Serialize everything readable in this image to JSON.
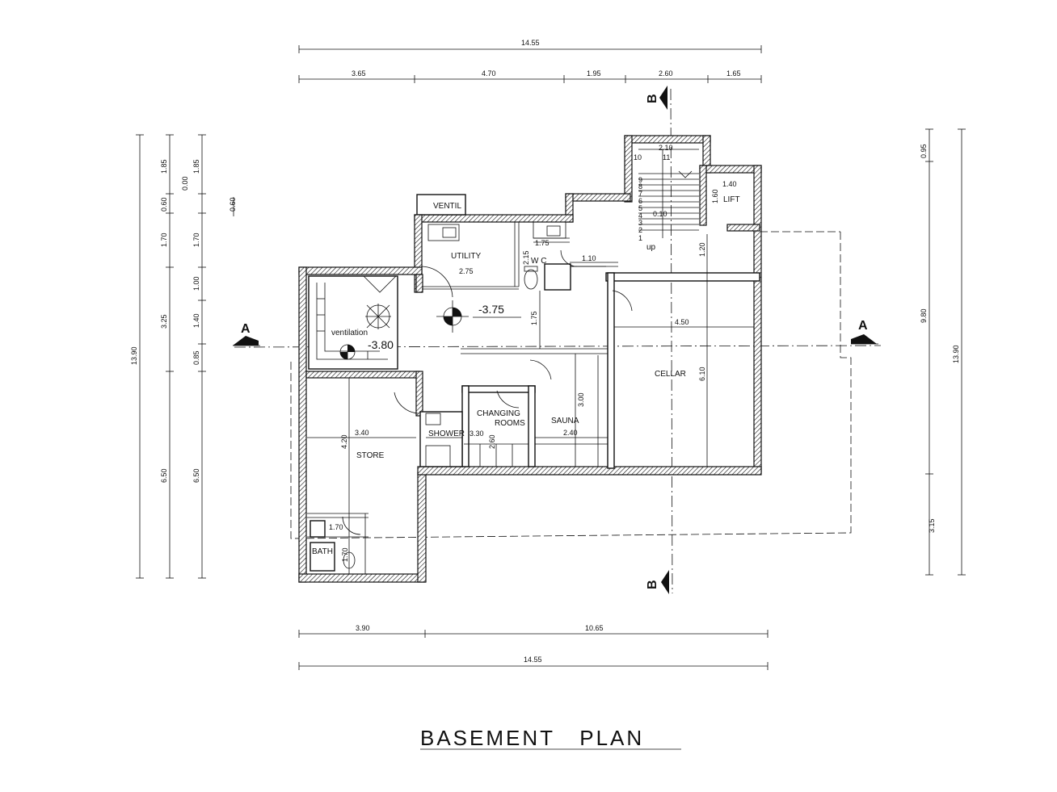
{
  "title": "BASEMENT   PLAN",
  "dimensions": {
    "top_total": "14.55",
    "top_segments": [
      "3.65",
      "4.70",
      "1.95",
      "2.60",
      "1.65"
    ],
    "bottom_segments": [
      "3.90",
      "10.65"
    ],
    "bottom_total": "14.55",
    "left_total": "13.90",
    "left_chain_a": [
      "1.85",
      "0.60",
      "1.70",
      "3.25",
      "6.50"
    ],
    "left_chain_b": [
      "1.85",
      "0.00",
      "1.70",
      "1.00",
      "1.40",
      "0.85",
      "6.50"
    ],
    "left_small": "0.60",
    "right_total": "13.90",
    "right_chain": [
      "0.95",
      "9.80",
      "3.15"
    ]
  },
  "sections": {
    "a_left": "A",
    "a_right": "A",
    "b_top": "B",
    "b_bottom": "B"
  },
  "levels": {
    "main": "-3.75",
    "stair": "-3.80"
  },
  "rooms": {
    "ventil": "VENTIL",
    "utility": "UTILITY",
    "utility_dim": "2.75",
    "wc": "W C",
    "wc_dim_w": "1.75",
    "wc_dim_h": "2.15",
    "lobby_dim": "1.10",
    "corridor_dim": "1.75",
    "lift": "LIFT",
    "lift_w": "1.40",
    "lift_h": "1.60",
    "stair_w": "2.10",
    "stair_gap": "0.10",
    "stair_up": "up",
    "lift_below": "1.20",
    "ventilation": "ventilation",
    "cellar": "CELLAR",
    "cellar_w": "4.50",
    "cellar_h": "6.10",
    "changing_1": "CHANGING",
    "changing_2": "ROOMS",
    "changing_dim": "2.60",
    "sauna": "SAUNA",
    "sauna_w": "2.40",
    "sauna_h": "3.00",
    "shower": "SHOWER",
    "shower_dim": "3.30",
    "store": "STORE",
    "store_w": "3.40",
    "store_h": "4.20",
    "bath": "BATH",
    "bath_w": "1.70",
    "bath_h": "1.70"
  },
  "stair_steps": [
    "10",
    "11",
    "9",
    "8",
    "7",
    "6",
    "5",
    "4",
    "3",
    "2",
    "1"
  ]
}
